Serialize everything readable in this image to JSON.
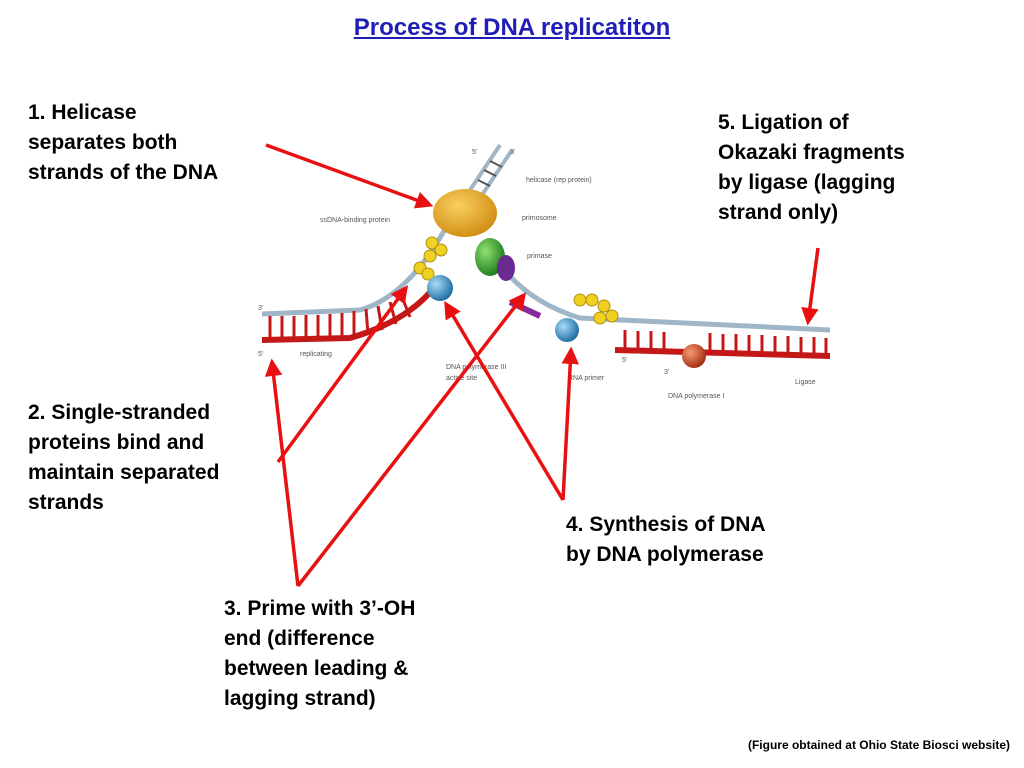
{
  "title": "Process of DNA replicatiton",
  "labels": {
    "step1": [
      "1.  Helicase",
      "separates both",
      "strands of the DNA"
    ],
    "step2": [
      "2.  Single-stranded",
      "proteins bind and",
      "maintain separated",
      "strands"
    ],
    "step3": [
      "3.  Prime with 3’-OH",
      "end (difference",
      "between leading &",
      "lagging strand)"
    ],
    "step4": [
      "4.  Synthesis of DNA",
      "by DNA polymerase"
    ],
    "step5": [
      "5.  Ligation of",
      "Okazaki fragments",
      "by ligase (lagging",
      "strand only)"
    ]
  },
  "figure_labels": {
    "helicase": "helicase (rep protein)",
    "primosome": "primosome",
    "primase": "primase",
    "ssb": "ssDNA-binding protein",
    "replicating": "replicating",
    "pol3": "DNA polymerase III",
    "active_site": "active site",
    "rna_primer": "RNA primer",
    "pol1": "DNA polymerase I",
    "ligase": "Ligase",
    "five_prime": "5'",
    "three_prime": "3'"
  },
  "credit": "(Figure obtained at Ohio State Biosci website)",
  "colors": {
    "title": "#1f1fb8",
    "arrow": "#e81010",
    "backbone_blue": "#9fb5c8",
    "strand_red": "#c41818",
    "helicase": "#e8a020",
    "ssb": "#f0d020",
    "primase": "#6a2a90",
    "primosome": "#2aa02a",
    "pol3": "#3a9ad0",
    "pol1": "#d03a1a",
    "primer": "#8a2a9a"
  }
}
